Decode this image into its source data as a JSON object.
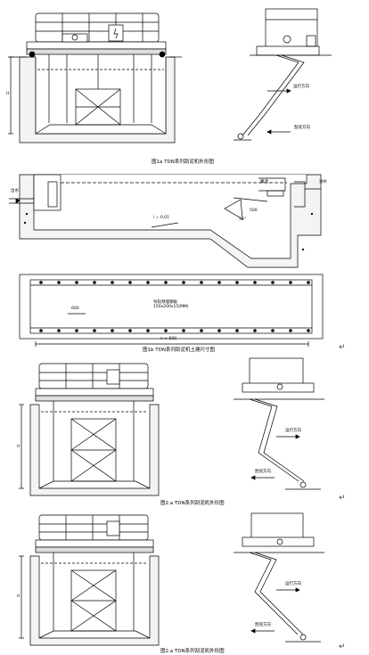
{
  "fig1a": {
    "caption": "图1a  TDN系列刮泥机外形图",
    "dim_h": "H",
    "label_run": "运行方向",
    "label_scrape": "刮泥方向"
  },
  "fig1b": {
    "caption": "图1b  TDN系列刮泥机土建尺寸图",
    "label_outlet": "出水",
    "label_skim": "撇渣",
    "label_inlet": "进水",
    "slope": "i = 0.01",
    "dim_600": "600",
    "dim_500": "500",
    "dim_55": "55°",
    "dim_n600": "n × 600",
    "rail_note": "导轨预埋钢板\n150x200x15(MM)"
  },
  "fig2a": {
    "caption": "图2.a  TDN系列刮泥机外形图",
    "dim_h": "H",
    "label_run": "运行方向",
    "label_scrape": "刮泥方向"
  },
  "fig2b": {
    "caption": "图2.a  TDN系列刮泥机外形图",
    "dim_h": "H",
    "label_run": "运行方向",
    "label_scrape": "刮泥方向"
  },
  "return_mark": "↵"
}
